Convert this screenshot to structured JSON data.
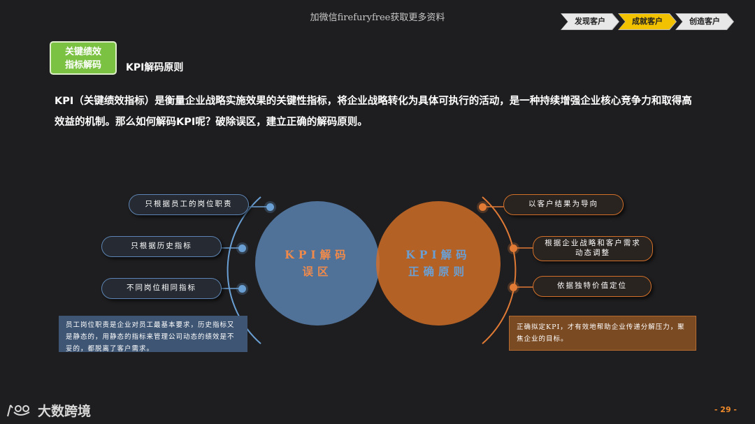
{
  "top_note": "加微信firefuryfree获取更多资料",
  "steps": [
    {
      "label": "发现客户",
      "active": false
    },
    {
      "label": "成就客户",
      "active": true
    },
    {
      "label": "创造客户",
      "active": false
    }
  ],
  "badge": {
    "line1": "关键绩效",
    "line2": "指标解码"
  },
  "section_title": "KPI解码原则",
  "intro": "KPI（关键绩效指标）是衡量企业战略实施效果的关键性指标，将企业战略转化为具体可执行的活动，是一种持续增强企业核心竞争力和取得高效益的机制。那么如何解码KPI呢？破除误区，建立正确的解码原则。",
  "left": {
    "circle_line1": "KPI解码",
    "circle_line2": "误区",
    "items": [
      "只根据员工的岗位职责",
      "只根据历史指标",
      "不同岗位相同指标"
    ],
    "note": "员工岗位职责是企业对员工最基本要求，历史指标又是静态的，用静态的指标来管理公司动态的绩效是不妥的，都脱离了客户需求。"
  },
  "right": {
    "circle_line1": "KPI解码",
    "circle_line2": "正确原则",
    "items": [
      "以客户结果为导向",
      "根据企业战略和客户需求动态调整",
      "依据独特价值定位"
    ],
    "note": "正确拟定KPI，才有效地帮助企业传递分解压力，聚焦企业的目标。"
  },
  "logo": {
    "text": "大数跨境"
  },
  "page_number": "- 29 -",
  "colors": {
    "blue": "#5d84b2",
    "orange": "#d2702a",
    "green": "#7cc242",
    "active_step": "#f2c200"
  }
}
